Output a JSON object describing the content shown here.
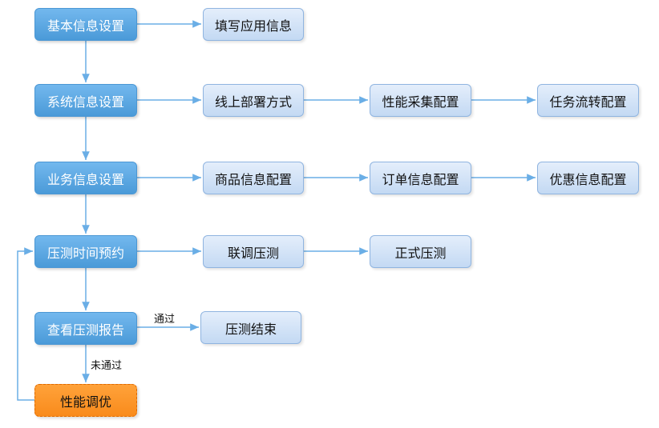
{
  "nodes": {
    "basic": "基本信息设置",
    "fill_app": "填写应用信息",
    "system": "系统信息设置",
    "deploy": "线上部署方式",
    "perf_collect": "性能采集配置",
    "task_flow": "任务流转配置",
    "business": "业务信息设置",
    "product": "商品信息配置",
    "order": "订单信息配置",
    "discount": "优惠信息配置",
    "schedule": "压测时间预约",
    "joint_test": "联调压测",
    "formal_test": "正式压测",
    "report": "查看压测报告",
    "test_end": "压测结束",
    "tuning": "性能调优"
  },
  "edge_labels": {
    "pass": "通过",
    "fail": "未通过"
  },
  "colors": {
    "connector": "#6aaee6",
    "main_fill": "#5aa6e2",
    "sub_fill": "#d3e3f7",
    "tuning_fill": "#ff9a30",
    "tuning_border": "#e06a00"
  }
}
